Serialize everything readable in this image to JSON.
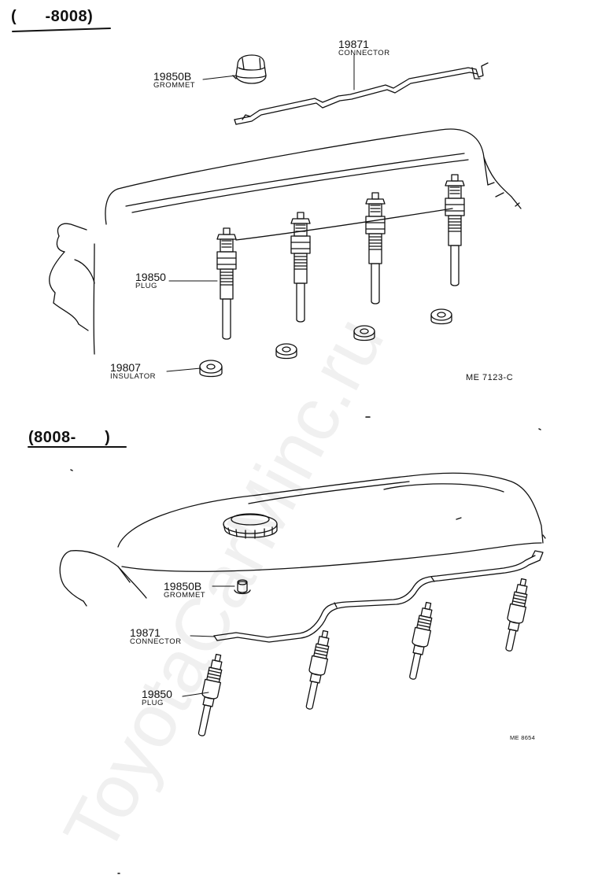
{
  "top_section": {
    "header": "(      -8008)",
    "parts": [
      {
        "number": "19850B",
        "name": "GROMMET"
      },
      {
        "number": "19871",
        "name": "CONNECTOR"
      },
      {
        "number": "19850",
        "name": "PLUG"
      },
      {
        "number": "19807",
        "name": "INSULATOR"
      }
    ],
    "ref_code": "ME 7123-C"
  },
  "bottom_section": {
    "header": "(8008-      )",
    "parts": [
      {
        "number": "19850B",
        "name": "GROMMET"
      },
      {
        "number": "19871",
        "name": "CONNECTOR"
      },
      {
        "number": "19850",
        "name": "PLUG"
      }
    ],
    "ref_code": "ME 8654"
  },
  "watermark": "ToyotaCarMinc.ru"
}
